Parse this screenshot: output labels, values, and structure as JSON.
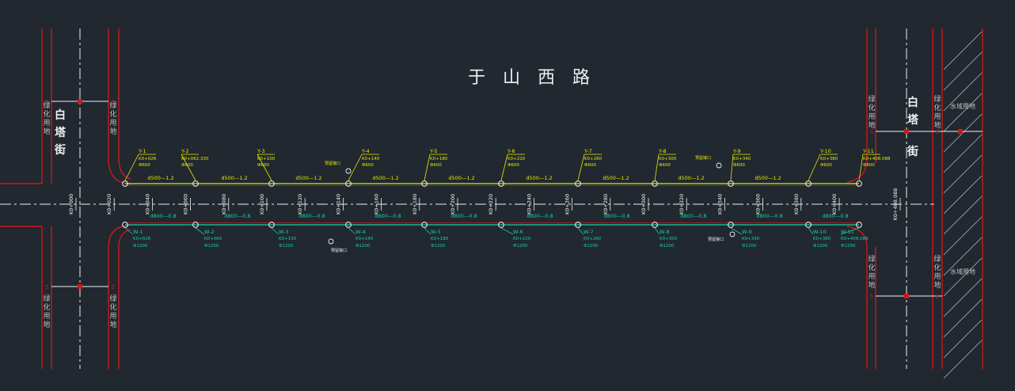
{
  "road_title": "于　山　西　路",
  "left_street": [
    "白",
    "塔",
    "街"
  ],
  "right_street": [
    "白",
    "塔",
    "街"
  ],
  "land_use": {
    "green": [
      "绿",
      "化",
      "用",
      "地"
    ],
    "water": "水域用地"
  },
  "colors": {
    "background": "#212830",
    "boundary": "#d01818",
    "centerline": "#f0f0f0",
    "rain_pipe": "#e8e800",
    "sewer_pipe": "#18d0a0",
    "stake": "#f0f0f0"
  },
  "stations": [
    "K0+000",
    "K0+020",
    "K0+040",
    "K0+060",
    "K0+080",
    "K0+100",
    "K0+120",
    "K0+140",
    "K0+160",
    "K0+180",
    "K0+200",
    "K0+220",
    "K0+240",
    "K0+260",
    "K0+280",
    "K0+300",
    "K0+320",
    "K0+340",
    "K0+360",
    "K0+380",
    "K0+400",
    "K0+408.088"
  ],
  "rain_wells": [
    {
      "id": "Y-1",
      "station": "K0+026",
      "size": "Φ600"
    },
    {
      "id": "Y-2",
      "station": "K0+062.330",
      "size": "Φ600"
    },
    {
      "id": "Y-3",
      "station": "K0+100",
      "size": "Φ600"
    },
    {
      "id": "Y-4",
      "station": "K0+140",
      "size": "Φ600"
    },
    {
      "id": "Y-5",
      "station": "K0+180",
      "size": "Φ600"
    },
    {
      "id": "Y-6",
      "station": "K0+220",
      "size": "Φ600"
    },
    {
      "id": "Y-7",
      "station": "K0+260",
      "size": "Φ600"
    },
    {
      "id": "Y-8",
      "station": "K0+300",
      "size": "Φ600"
    },
    {
      "id": "Y-9",
      "station": "K0+340",
      "size": "Φ600"
    },
    {
      "id": "Y-10",
      "station": "K0+380",
      "size": "Φ600"
    },
    {
      "id": "Y-11",
      "station": "K0+408.088",
      "size": "Φ600"
    }
  ],
  "rain_pipe_labels": [
    "d500—1.2",
    "d500—1.2",
    "d500—1.2",
    "d500—1.2",
    "d500—1.2",
    "d500—1.2",
    "d500—1.2",
    "d500—1.2",
    "d500—1.2"
  ],
  "sewer_wells": [
    {
      "id": "W-1",
      "station": "K0+026",
      "size": "Φ1200"
    },
    {
      "id": "W-2",
      "station": "K0+060",
      "size": "Φ1200"
    },
    {
      "id": "W-3",
      "station": "K0+100",
      "size": "Φ1200"
    },
    {
      "id": "W-4",
      "station": "K0+140",
      "size": "Φ1200"
    },
    {
      "id": "W-5",
      "station": "K0+180",
      "size": "Φ1200"
    },
    {
      "id": "W-6",
      "station": "K0+220",
      "size": "Φ1200"
    },
    {
      "id": "W-7",
      "station": "K0+260",
      "size": "Φ1200"
    },
    {
      "id": "W-8",
      "station": "K0+300",
      "size": "Φ1200"
    },
    {
      "id": "W-9",
      "station": "K0+340",
      "size": "Φ1200"
    },
    {
      "id": "W-10",
      "station": "K0+380",
      "size": "Φ1200"
    },
    {
      "id": "W-11",
      "station": "K0+408.088",
      "size": "Φ1200"
    }
  ],
  "sewer_pipe_labels": [
    "d800—0.8",
    "d800—0.8",
    "d800—0.8",
    "d800—0.8",
    "d800—0.8",
    "d800—0.8",
    "d800—0.8",
    "d800—0.8",
    "d800—0.8",
    "d800—0.8"
  ],
  "branch_notes": [
    "预留接口",
    "预留接口",
    "预留接口",
    "预留接口"
  ],
  "edge_tick": "5"
}
